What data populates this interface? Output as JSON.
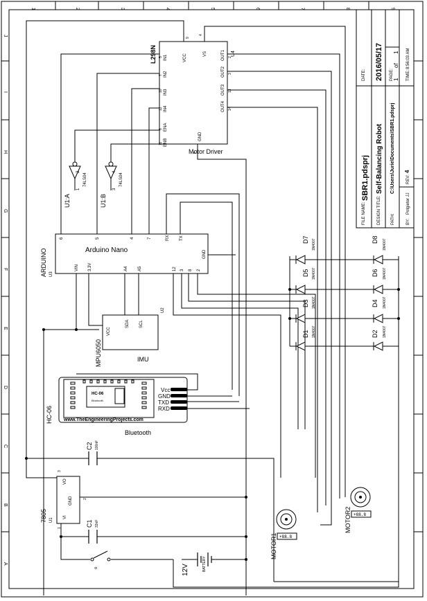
{
  "border": {
    "top_nums": [
      "1",
      "2",
      "3",
      "4",
      "5",
      "6",
      "7",
      "8",
      "9"
    ],
    "side_letters": [
      "A",
      "B",
      "C",
      "D",
      "E",
      "F",
      "G",
      "H",
      "I",
      "J"
    ]
  },
  "title_block": {
    "date_label": "DATE:",
    "date": "2016/05/17",
    "page_label": "PAGE:",
    "page_value": "1",
    "page_of": "of",
    "page_total": "1",
    "time_label": "TIME:",
    "time": "8:56:03 AM",
    "file_label": "FILE NAME:",
    "file_name": "SBR1.pdsprj",
    "design_label": "DESIGN TITLE:",
    "design_title": "Self-Balancing Robot",
    "path_label": "PATH:",
    "path": "C:\\Users\\Jurie\\Documents\\SBR1.pdsprj",
    "by_label": "BY:",
    "by": "Potgieter JJ",
    "rev_label": "REV:",
    "rev": "4"
  },
  "driver": {
    "ref": "L298N",
    "u": "U4",
    "name": "Motor Driver",
    "left_pins": [
      "IN1",
      "IN2",
      "IN3",
      "IN4",
      "ENA",
      "ENB"
    ],
    "left_nums": [
      "5",
      "7",
      "10",
      "12",
      "6",
      "11"
    ],
    "right_pins": [
      "VS",
      "OUT1",
      "OUT2",
      "OUT3",
      "OUT4"
    ],
    "right_nums": [
      "4",
      "2",
      "3",
      "13",
      "14"
    ],
    "top_pins": [
      "VCC"
    ],
    "top_nums": [
      "9"
    ],
    "bottom_pin": "GND",
    "bottom_num": "8"
  },
  "inverters": [
    {
      "ref": "U1:A",
      "part": "74LS04",
      "in": "1",
      "out": "2"
    },
    {
      "ref": "U1:B",
      "part": "74LS04",
      "in": "3",
      "out": "4"
    }
  ],
  "arduino": {
    "ref": "ARDUINO",
    "u": "U3",
    "name": "Arduino Nano",
    "top_pins": [
      "6",
      "5",
      "4",
      "7",
      "RX",
      "TX"
    ],
    "bottom_pins": [
      "VIN",
      "3.3V",
      "A4",
      "A5",
      "12",
      "3",
      "8",
      "2"
    ],
    "right_pin": "GND"
  },
  "imu": {
    "ref": "MPU6050",
    "u": "U2",
    "name": "IMU",
    "pins": [
      "VCC",
      "SDA",
      "SCL"
    ]
  },
  "bt": {
    "ref": "HC-06",
    "name": "Bluetooth",
    "chip": "HC-06",
    "chip_sub": "Bluetooth",
    "site": "www.TheEngineeringProjects.com",
    "pins": [
      "Vcc",
      "GND",
      "TXD",
      "RXD"
    ]
  },
  "caps": [
    {
      "ref": "C2",
      "value": "100nF"
    },
    {
      "ref": "C1",
      "value": "33nF"
    }
  ],
  "reg": {
    "ref": "7805",
    "u": "U1",
    "vo": "VO",
    "gnd": "GND",
    "vi": "VI",
    "n1": "1",
    "n2": "2",
    "n3": "3"
  },
  "diodes": [
    {
      "ref": "D7",
      "part": "1N4007"
    },
    {
      "ref": "D5",
      "part": "1N4007"
    },
    {
      "ref": "D3",
      "part": "1N4007"
    },
    {
      "ref": "D1",
      "part": "1N4007"
    },
    {
      "ref": "D8",
      "part": "1N4007"
    },
    {
      "ref": "D6",
      "part": "1N4007"
    },
    {
      "ref": "D4",
      "part": "1N4007"
    },
    {
      "ref": "D2",
      "part": "1N4007"
    }
  ],
  "motors": [
    {
      "ref": "MOTOR1",
      "readout": "+88.8"
    },
    {
      "ref": "MOTOR2",
      "readout": "+88.8"
    }
  ],
  "battery": {
    "value": "12V",
    "label": "BATTERY"
  }
}
